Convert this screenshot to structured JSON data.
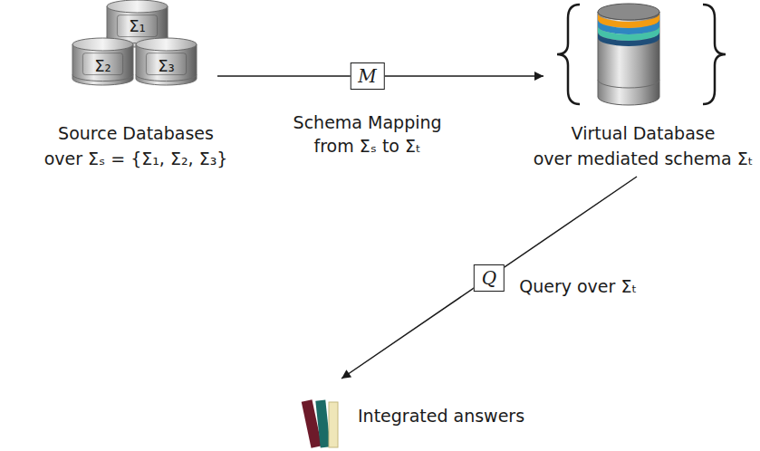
{
  "diagram": {
    "nodes": [
      {
        "text": [
          "Source Databases",
          "over Σₛ = {Σ₁, Σ₂, Σ₃}"
        ]
      },
      {
        "text": [
          "Σ₁"
        ],
        "in": 0
      },
      {
        "text": [
          "Σ₂"
        ],
        "in": 0
      },
      {
        "text": [
          "Σ₃"
        ],
        "in": 0
      },
      {
        "text": [
          "Virtual Database",
          "over mediated schema Σₜ"
        ]
      },
      {
        "text": [
          "Integrated answers"
        ]
      }
    ],
    "edges": [
      {
        "from": 0,
        "to": 4,
        "arrow": "to",
        "label": "M"
      },
      {
        "from": 4,
        "to": 5,
        "arrow": "to",
        "label": "Q"
      }
    ],
    "labels": [
      "Schema Mapping",
      "from Σₛ to Σₜ",
      "Query over Σₜ"
    ]
  }
}
